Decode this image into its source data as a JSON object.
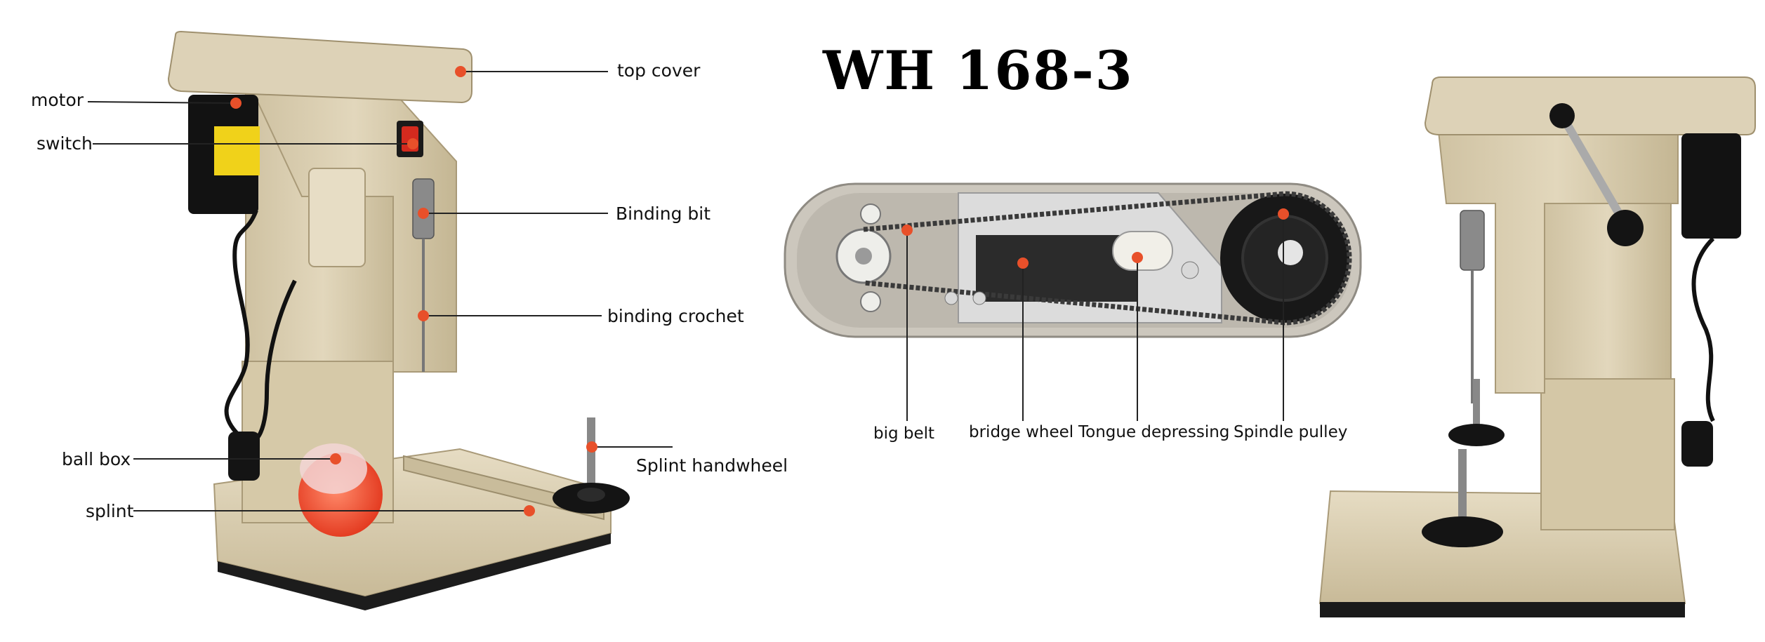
{
  "title": "WH 168-3",
  "labels": {
    "top_cover": "top cover",
    "motor": "motor",
    "switch": "switch",
    "binding_bit": "Binding bit",
    "binding_crochet": "binding crochet",
    "ball_box": "ball box",
    "splint": "splint",
    "splint_handwheel": "Splint handwheel",
    "big_belt": "big belt",
    "bridge_wheel": "bridge wheel",
    "tongue_depressing": "Tongue depressing",
    "spindle_pulley": "Spindle pulley"
  },
  "colors": {
    "body": "#d8ccae",
    "body_shadow": "#b9ab8b",
    "marker": "#e8502a",
    "black": "#151515",
    "leader": "#222222"
  }
}
